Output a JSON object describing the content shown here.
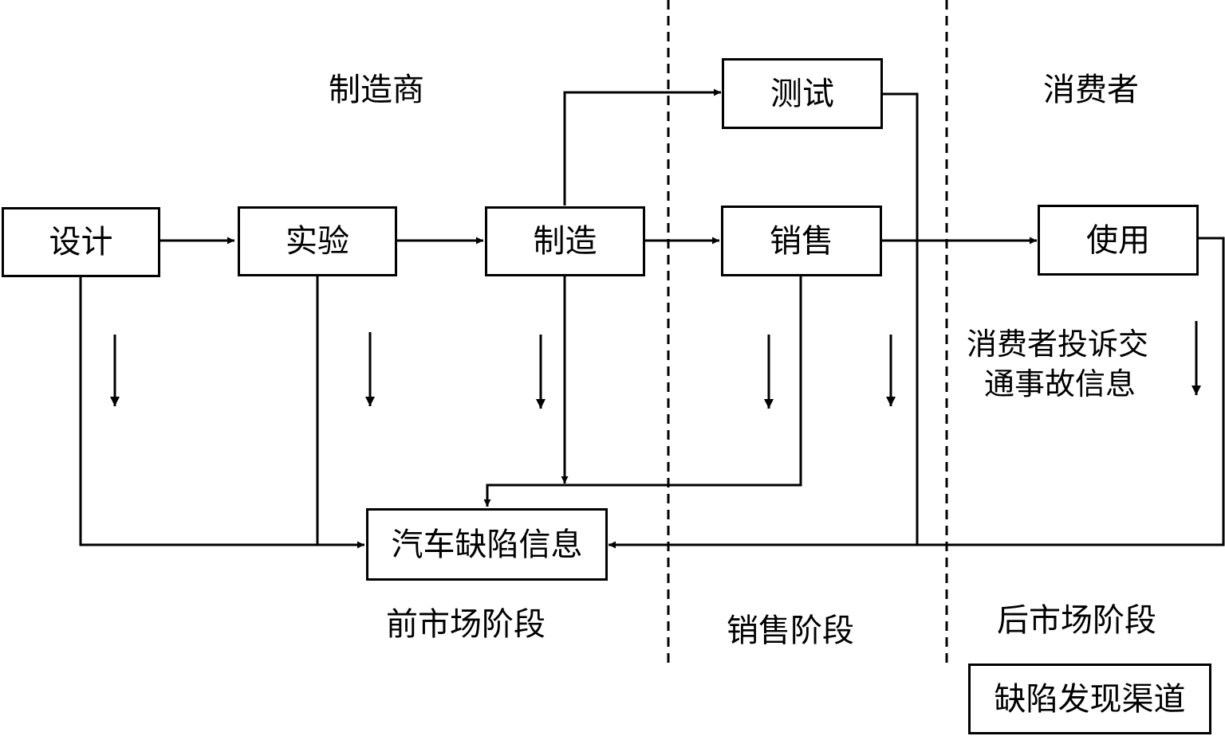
{
  "headers": {
    "manufacturer": "制造商",
    "consumer": "消费者"
  },
  "boxes": {
    "design": "设计",
    "experiment": "实验",
    "manufacture": "制造",
    "test": "测试",
    "sales": "销售",
    "use": "使用",
    "defect_info": "汽车缺陷信息",
    "legend": "缺陷发现渠道"
  },
  "consumer_complaint": [
    "消费者投诉交",
    "通事故信息"
  ],
  "stages": {
    "pre_market": "前市场阶段",
    "sales": "销售阶段",
    "after_market": "后市场阶段"
  }
}
